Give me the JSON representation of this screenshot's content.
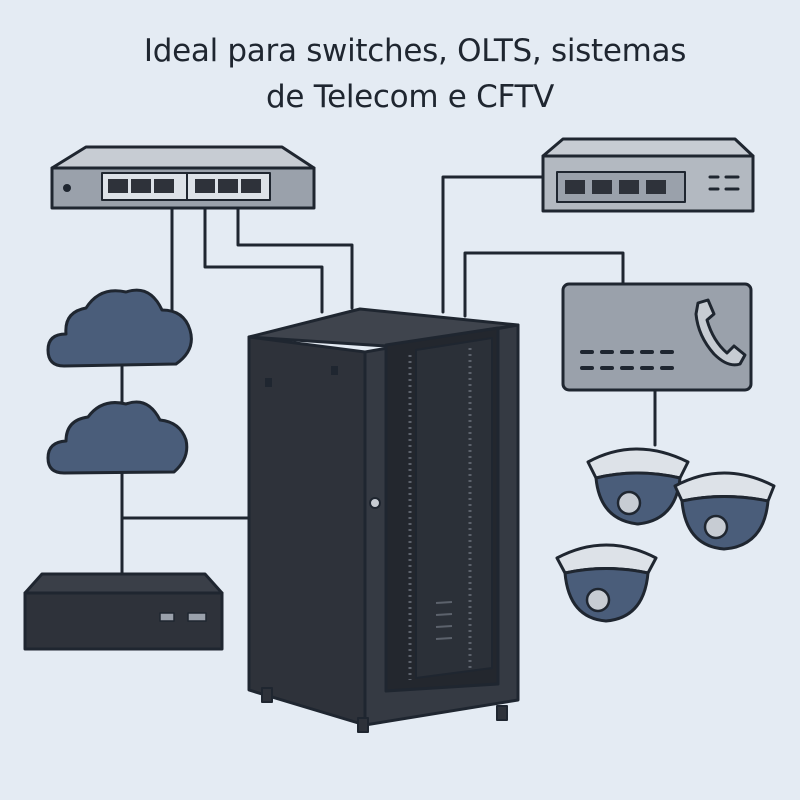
{
  "headline": {
    "line1": "Ideal para switches, OLTS, sistemas",
    "line2": "de Telecom e CFTV"
  },
  "devices": {
    "switch": {
      "icon": "network-switch-icon",
      "ports": 6
    },
    "olt": {
      "icon": "olt-device-icon",
      "ports": 4
    },
    "telecom": {
      "icon": "phone-icon"
    },
    "cloud_upper": {
      "icon": "cloud-icon"
    },
    "cloud_lower": {
      "icon": "cloud-icon"
    },
    "server": {
      "icon": "server-box-icon"
    },
    "rack": {
      "icon": "server-rack-icon"
    },
    "cameras": {
      "icon": "dome-camera-icon",
      "count": 3
    }
  },
  "colors": {
    "background": "#e4ebf3",
    "line": "#1f2630",
    "device_gray": "#9aa1ab",
    "device_light": "#c7ccd3",
    "rack_body": "#2e323a",
    "cloud_fill": "#4a5d7a",
    "camera_lens": "#4a5d7a"
  }
}
